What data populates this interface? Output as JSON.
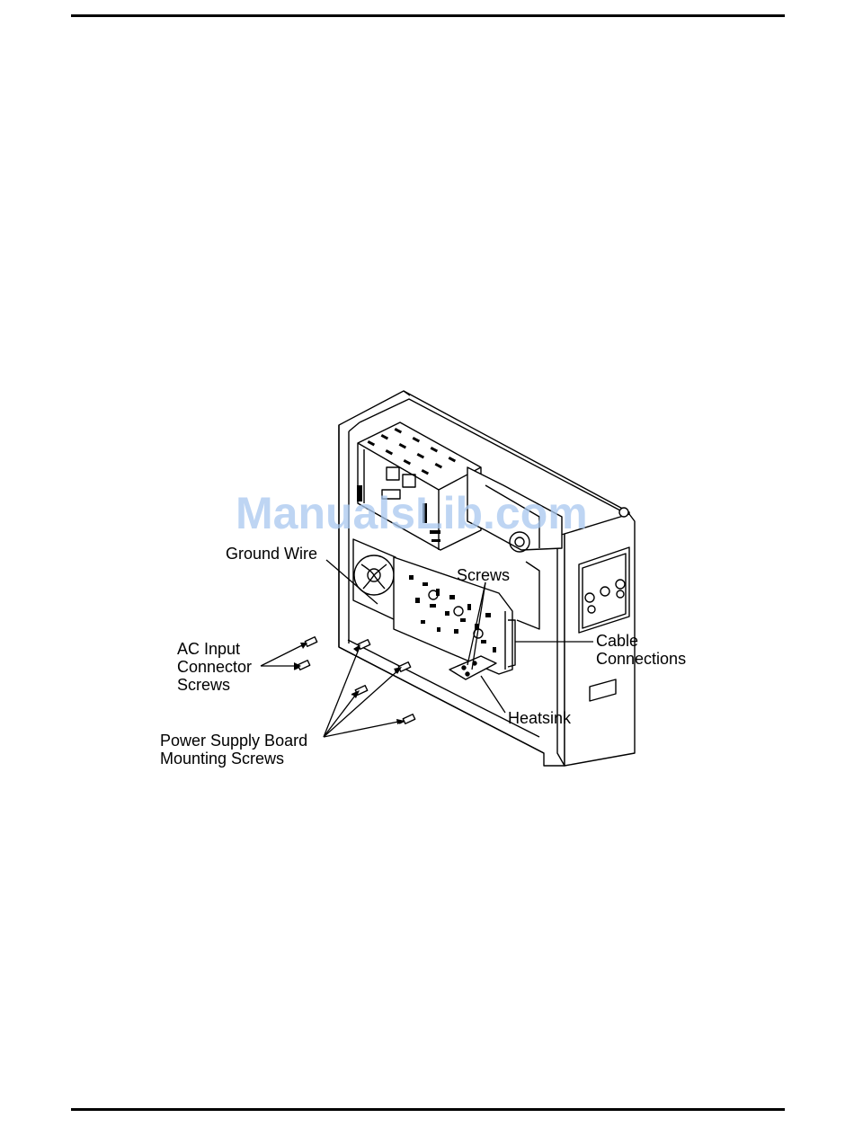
{
  "labels": {
    "ground_wire": "Ground Wire",
    "screws": "Screws",
    "ac_input_line1": "AC Input",
    "ac_input_line2": "Connector",
    "ac_input_line3": "Screws",
    "cable_line1": "Cable",
    "cable_line2": "Connections",
    "heatsink": "Heatsink",
    "psb_line1": "Power Supply Board",
    "psb_line2": "Mounting Screws"
  },
  "watermark": "ManualsLib.com"
}
